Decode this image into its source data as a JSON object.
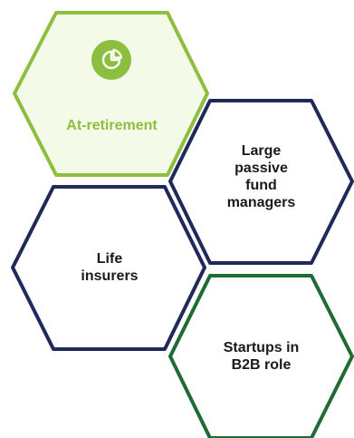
{
  "colors": {
    "green_light": "#8cbf3f",
    "green_light_fill": "#f4fae8",
    "navy": "#1f2a5a",
    "green_dark": "#1f6b35",
    "text": "#1a1a1a"
  },
  "hexagons": [
    {
      "id": "at-retirement",
      "label": "At-retirement",
      "border": "green_light",
      "icon": "pie-chart-icon"
    },
    {
      "id": "large-passive",
      "label": "Large\npassive\nfund\nmanagers",
      "border": "navy"
    },
    {
      "id": "life-insurers",
      "label": "Life\ninsurers",
      "border": "navy"
    },
    {
      "id": "startups",
      "label": "Startups in\nB2B role",
      "border": "green_dark"
    }
  ]
}
